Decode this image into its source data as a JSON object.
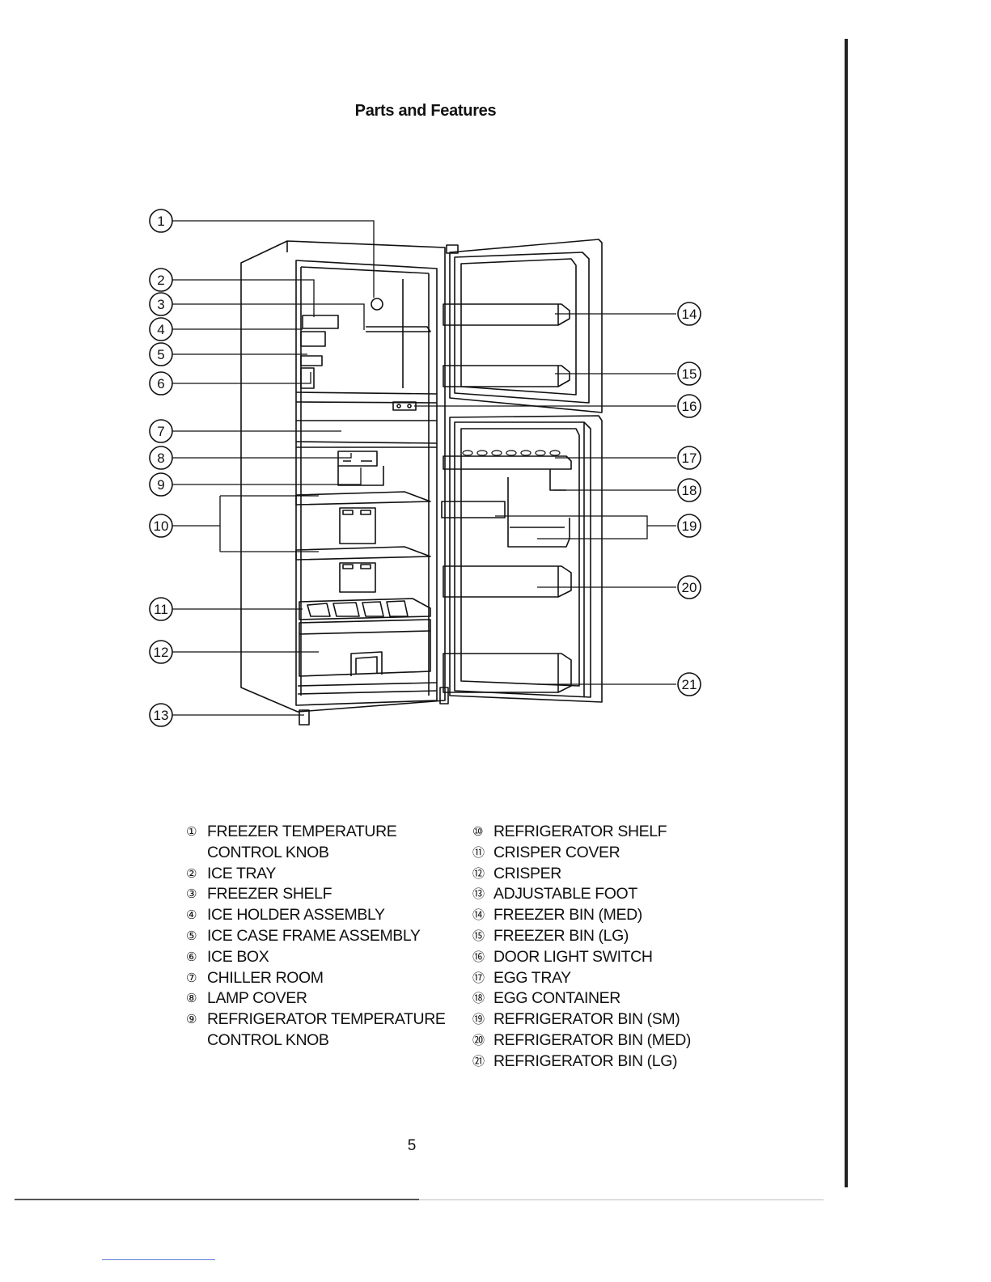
{
  "page": {
    "title": "Parts and Features",
    "page_number": "5"
  },
  "callouts": [
    "1",
    "2",
    "3",
    "4",
    "5",
    "6",
    "7",
    "8",
    "9",
    "10",
    "11",
    "12",
    "13",
    "14",
    "15",
    "16",
    "17",
    "18",
    "19",
    "20",
    "21"
  ],
  "legend_left": [
    {
      "num": "①",
      "text": "FREEZER TEMPERATURE CONTROL KNOB"
    },
    {
      "num": "②",
      "text": "ICE TRAY"
    },
    {
      "num": "③",
      "text": "FREEZER SHELF"
    },
    {
      "num": "④",
      "text": "ICE HOLDER ASSEMBLY"
    },
    {
      "num": "⑤",
      "text": "ICE CASE FRAME ASSEMBLY"
    },
    {
      "num": "⑥",
      "text": "ICE BOX"
    },
    {
      "num": "⑦",
      "text": "CHILLER ROOM"
    },
    {
      "num": "⑧",
      "text": "LAMP COVER"
    },
    {
      "num": "⑨",
      "text": "REFRIGERATOR TEMPERATURE CONTROL KNOB"
    }
  ],
  "legend_right": [
    {
      "num": "⑩",
      "text": "REFRIGERATOR SHELF"
    },
    {
      "num": "⑪",
      "text": "CRISPER COVER"
    },
    {
      "num": "⑫",
      "text": "CRISPER"
    },
    {
      "num": "⑬",
      "text": "ADJUSTABLE FOOT"
    },
    {
      "num": "⑭",
      "text": "FREEZER BIN (MED)"
    },
    {
      "num": "⑮",
      "text": "FREEZER BIN (LG)"
    },
    {
      "num": "⑯",
      "text": "DOOR LIGHT SWITCH"
    },
    {
      "num": "⑰",
      "text": "EGG TRAY"
    },
    {
      "num": "⑱",
      "text": "EGG CONTAINER"
    },
    {
      "num": "⑲",
      "text": "REFRIGERATOR BIN (SM)"
    },
    {
      "num": "⑳",
      "text": "REFRIGERATOR BIN (MED)"
    },
    {
      "num": "㉑",
      "text": "REFRIGERATOR BIN (LG)"
    }
  ]
}
